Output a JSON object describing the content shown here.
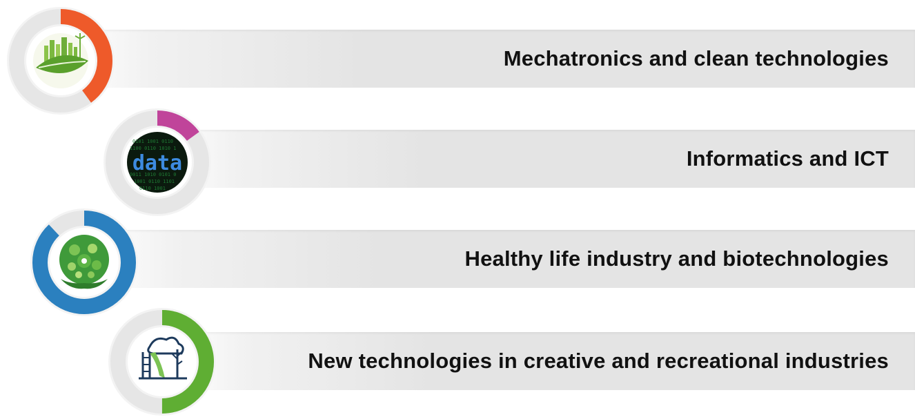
{
  "rows": [
    {
      "label": "Mechatronics and clean technologies",
      "icon": "green-city-leaf-icon",
      "accent": "#ee5a2a",
      "progress": 0.4
    },
    {
      "label": "Informatics and ICT",
      "icon": "data-matrix-icon",
      "icon_text": "data",
      "accent": "#c0449a",
      "progress": 0.15
    },
    {
      "label": "Healthy life industry and biotechnologies",
      "icon": "vegetable-globe-hands-icon",
      "accent": "#2b80bf",
      "progress": 0.88
    },
    {
      "label": "New technologies in creative and recreational industries",
      "icon": "playground-slide-tree-icon",
      "accent": "#5fae33",
      "progress": 0.5
    }
  ]
}
